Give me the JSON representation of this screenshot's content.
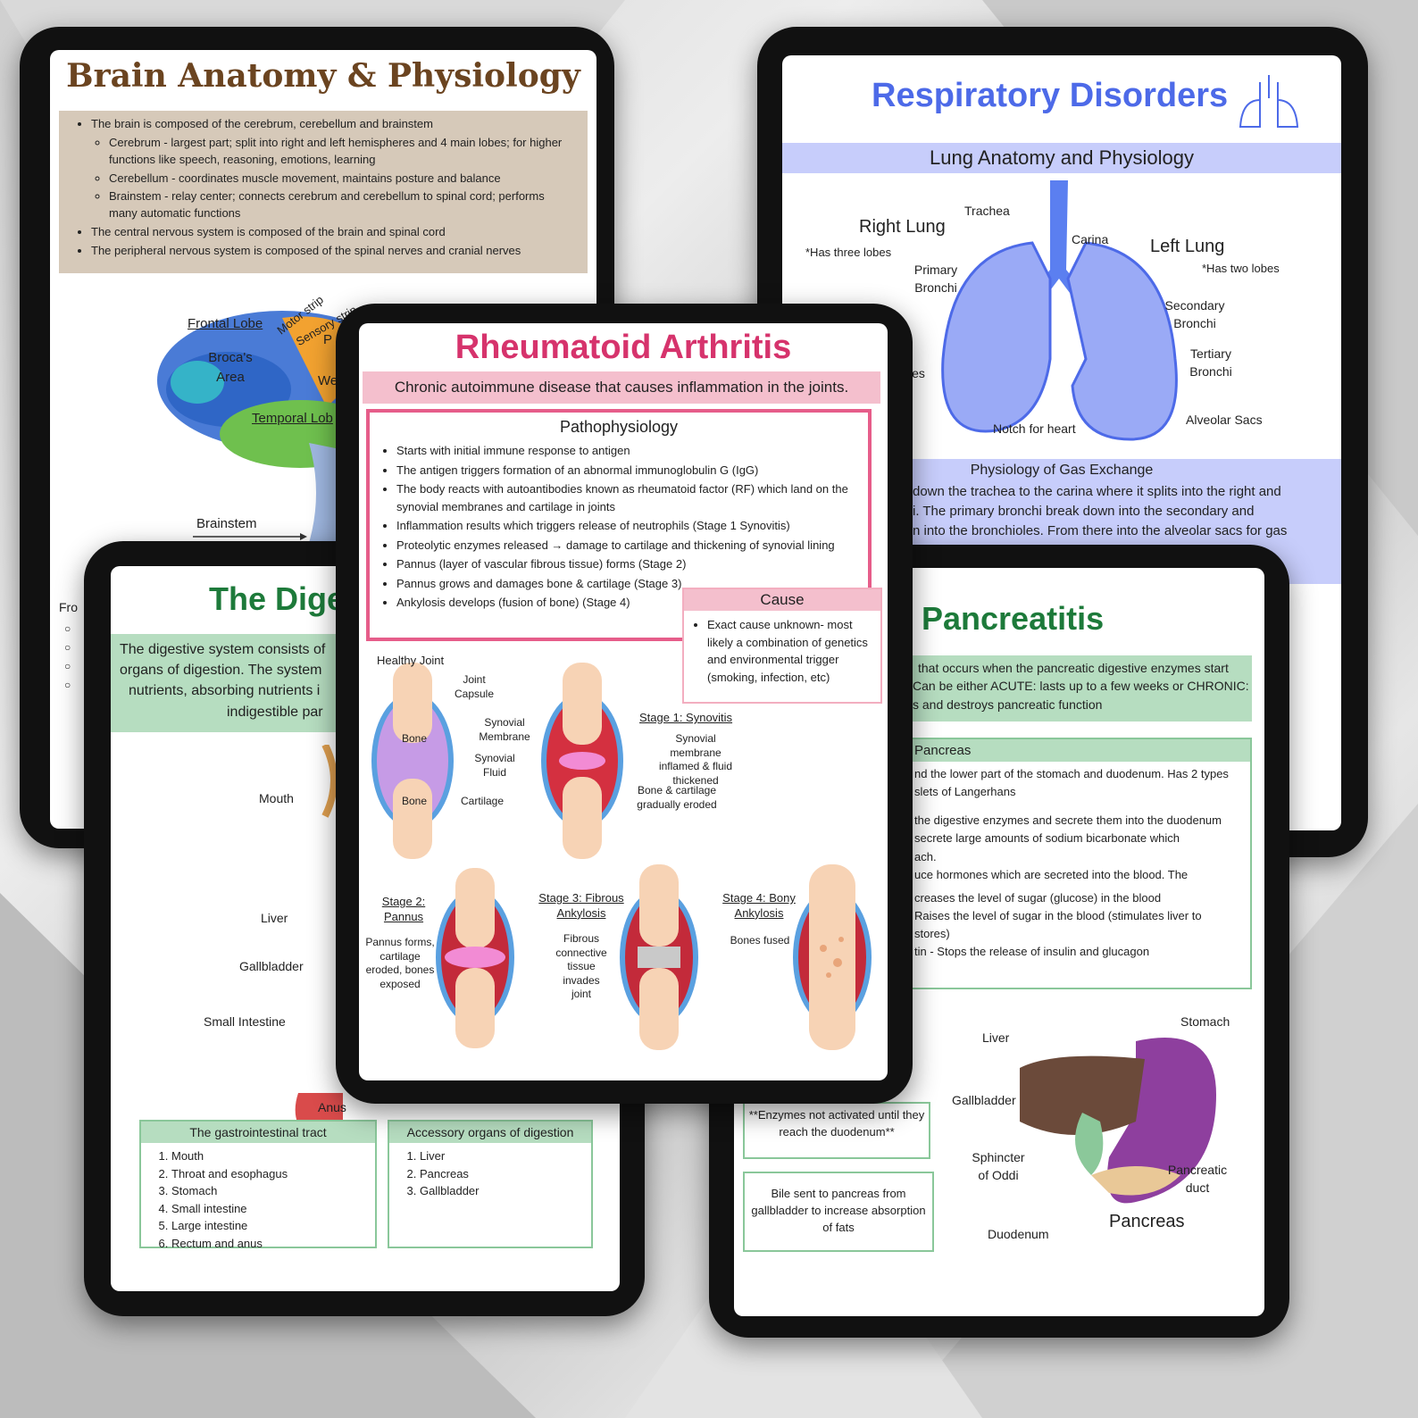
{
  "brain": {
    "title": "Brain Anatomy & Physiology",
    "bullets": [
      "The brain is composed of the cerebrum, cerebellum and brainstem",
      "Cerebrum - largest part; split into right and left hemispheres and 4 main lobes; for higher functions like speech, reasoning, emotions, learning",
      "Cerebellum - coordinates muscle movement, maintains posture and balance",
      "Brainstem - relay center; connects cerebrum and cerebellum to spinal cord; performs many automatic functions",
      "The central nervous system is composed of the brain and spinal cord",
      "The peripheral nervous system is composed of the spinal nerves and cranial nerves"
    ],
    "labels": {
      "frontal": "Frontal Lobe",
      "motor": "Motor strip",
      "sensory": "Sensory strip",
      "broca": "Broca's Area",
      "temporal": "Temporal Lob",
      "brainstem": "Brainstem",
      "p": "P",
      "we": "We",
      "fro": "Fro"
    }
  },
  "resp": {
    "title": "Respiratory Disorders",
    "band": "Lung Anatomy and Physiology",
    "labels": {
      "trachea": "Trachea",
      "carina": "Carina",
      "right_lung": "Right Lung",
      "right_note": "*Has three lobes",
      "left_lung": "Left Lung",
      "left_note": "*Has two lobes",
      "primary": "Primary Bronchi",
      "secondary": "Secondary Bronchi",
      "tertiary": "Tertiary Bronchi",
      "alveolar": "Alveolar Sacs",
      "notch": "Notch for heart",
      "les": "les"
    },
    "gas_title": "Physiology of Gas Exchange",
    "gas_lines": [
      "down the trachea to the carina where it splits into the right and",
      "i. The primary bronchi break down into the secondary and",
      "n into the bronchioles. From there into the alveolar sacs for gas"
    ]
  },
  "dig": {
    "title": "The Dige",
    "intro": [
      "The digestive system consists of",
      "organs of digestion. The system",
      "nutrients, absorbing nutrients i",
      "indigestible par"
    ],
    "labels": {
      "mouth": "Mouth",
      "liver": "Liver",
      "gallbladder": "Gallbladder",
      "small": "Small Intestine",
      "anus": "Anus"
    },
    "gi_title": "The gastrointestinal tract",
    "gi_items": [
      "Mouth",
      "Throat and esophagus",
      "Stomach",
      "Small intestine",
      "Large intestine",
      "Rectum and anus"
    ],
    "acc_title": "Accessory organs of digestion",
    "acc_items": [
      "Liver",
      "Pancreas",
      "Gallbladder"
    ]
  },
  "panc": {
    "title": "Pancreatitis",
    "intro": [
      "that occurs when the pancreatic digestive enzymes start",
      "Can be either ACUTE: lasts up to a few weeks or CHRONIC:",
      "s and destroys pancreatic function"
    ],
    "box_title": "Pancreas",
    "lines": [
      "nd the lower part of the stomach and duodenum. Has 2 types",
      "slets of Langerhans",
      "the digestive enzymes and secrete them into the duodenum",
      "secrete large amounts of sodium bicarbonate which",
      "ach.",
      "uce hormones which are secreted into the blood. The",
      "creases the level of sugar (glucose) in the blood",
      "Raises the level of sugar in the blood (stimulates liver to",
      "stores)",
      "tin - Stops the release of insulin and glucagon"
    ],
    "note1": "**Enzymes not activated until they reach the duodenum**",
    "note2": "Bile sent to pancreas from gallbladder to increase absorption of fats",
    "labels": {
      "liver": "Liver",
      "stomach": "Stomach",
      "gallbladder": "Gallbladder",
      "sphincter": "Sphincter of Oddi",
      "duodenum": "Duodenum",
      "duct": "Pancreatic duct",
      "pancreas": "Pancreas"
    }
  },
  "ra": {
    "title": "Rheumatoid Arthritis",
    "band": "Chronic autoimmune disease that causes inflammation in the joints.",
    "patho_title": "Pathophysiology",
    "patho": [
      "Starts with initial immune response to antigen",
      "The antigen triggers formation of an abnormal immunoglobulin G (IgG)",
      "The body reacts with autoantibodies known as rheumatoid factor (RF) which land on the synovial membranes and cartilage in joints",
      "Inflammation results which triggers release of neutrophils (Stage 1 Synovitis)",
      "Proteolytic enzymes released → damage to cartilage and thickening of synovial lining",
      "Pannus (layer of vascular fibrous tissue) forms (Stage 2)",
      "Pannus grows and damages bone & cartilage (Stage 3)",
      "Ankylosis develops (fusion of bone) (Stage 4)"
    ],
    "cause_title": "Cause",
    "cause": "Exact cause unknown- most likely a combination of genetics and environmental trigger (smoking, infection, etc)",
    "labels": {
      "healthy": "Healthy Joint",
      "capsule": "Joint Capsule",
      "bone1": "Bone",
      "bone2": "Bone",
      "membrane": "Synovial Membrane",
      "fluid": "Synovial Fluid",
      "cartilage": "Cartilage",
      "stage1": "Stage 1: Synovitis",
      "stage1_desc": "Synovial membrane inflamed & fluid thickened",
      "stage1_desc2": "Bone & cartilage gradually eroded",
      "stage2": "Stage 2: Pannus",
      "stage2_desc": "Pannus forms, cartilage eroded, bones exposed",
      "stage3": "Stage 3: Fibrous Ankylosis",
      "stage3_desc": "Fibrous connective tissue invades joint",
      "stage4": "Stage 4: Bony Ankylosis",
      "stage4_desc": "Bones fused"
    }
  }
}
